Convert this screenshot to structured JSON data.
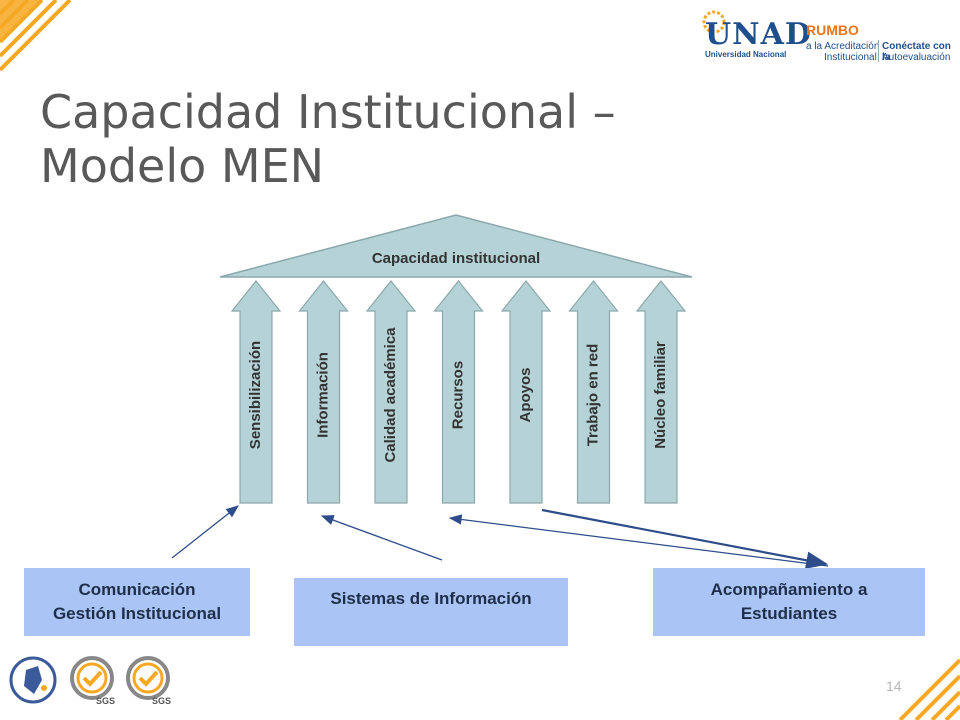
{
  "header": {
    "unad_logo_text": "UNAD",
    "unad_logo_sub": "Universidad Nacional",
    "rumbo_logo_title": "RUMBO",
    "rumbo_line1": "a la Acreditación",
    "rumbo_line2": "Institucional",
    "conectate_line1": "Conéctate con la",
    "conectate_line2": "Autoevaluación"
  },
  "title": "Capacidad Institucional – Modelo MEN",
  "diagram": {
    "roof_label": "Capacidad institucional",
    "pillars": [
      "Sensibilización",
      "Información",
      "Calidad académica",
      "Recursos",
      "Apoyos",
      "Trabajo en red",
      "Núcleo familiar"
    ]
  },
  "boxes": {
    "box1_line1": "Comunicación",
    "box1_line2": "Gestión Institucional",
    "box2": "Sistemas de Información",
    "box3_line1": "Acompañamiento a",
    "box3_line2": "Estudiantes"
  },
  "footer": {
    "page_number": "14",
    "badge_text": "SGS"
  },
  "colors": {
    "accent_orange": "#f7a823",
    "pillar_fill": "#b5d3d7",
    "box_fill": "#a9c4f5",
    "title_gray": "#595959",
    "arrow_blue": "#2e4d8a"
  }
}
